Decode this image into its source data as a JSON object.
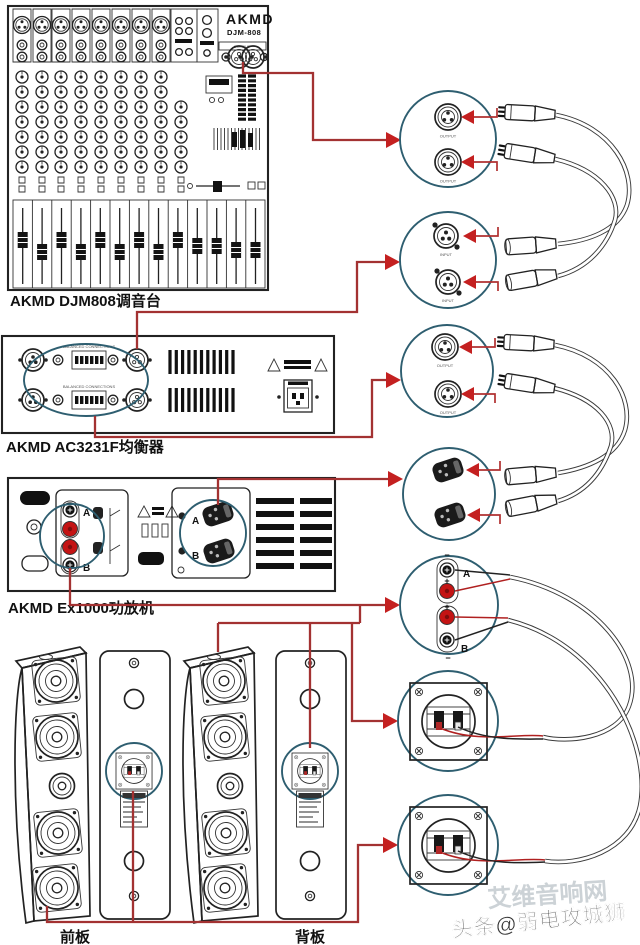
{
  "mixer": {
    "brand": "AKMD",
    "model": "DJM-808",
    "caption": "AKMD DJM808调音台",
    "output_label": "OUTPUT"
  },
  "equalizer": {
    "caption": "AKMD AC3231F均衡器",
    "balanced_label": "BALANCED CONNECTIONS"
  },
  "amplifier": {
    "caption": "AKMD Ex1000功放机",
    "ch_a": "A",
    "ch_b": "B"
  },
  "speakers": {
    "front_label": "前板",
    "back_label": "背板"
  },
  "callouts": {
    "mixer_output_port": "OUTPUT",
    "eq_input_port": "INPUT",
    "eq_output_port": "OUTPUT",
    "amp_ch_a": "A",
    "amp_ch_b": "B",
    "plus": "+",
    "minus": "−"
  },
  "watermark": {
    "ghost": "艾维音响网",
    "main": "头条@弱电攻城狮"
  },
  "colors": {
    "line_red": "#a33232",
    "arrow_red": "#c42020",
    "callout_blue": "#2e5e70",
    "post_red": "#c41414"
  }
}
